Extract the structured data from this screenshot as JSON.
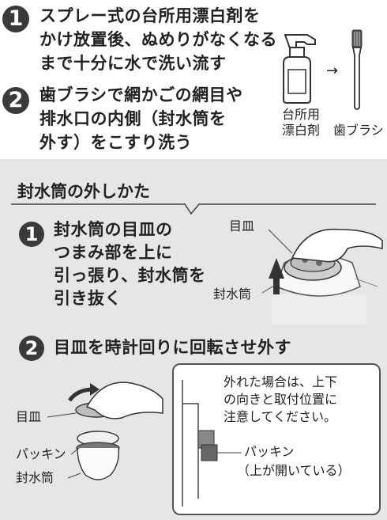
{
  "step1": {
    "num": "1",
    "lines": [
      "スプレー式の台所用漂白剤を",
      "かけ放置後、ぬめりがなくなる",
      "まで十分に水で洗い流す"
    ]
  },
  "step2": {
    "num": "2",
    "lines": [
      "歯ブラシで網かごの網目や",
      "排水口の内側（封水筒を",
      "外す）をこすり洗う"
    ]
  },
  "tools": {
    "spray_label_lines": [
      "台所用",
      "漂白剤"
    ],
    "arrow": "→",
    "brush_label": "歯ブラシ"
  },
  "section": {
    "title": "封水筒の外しかた",
    "sub1": {
      "num": "1",
      "lines": [
        "封水筒の目皿の",
        "つまみ部を上に",
        "引っ張り、封水筒を",
        "引き抜く"
      ],
      "label_plate": "目皿",
      "label_cylinder": "封水筒"
    },
    "sub2": {
      "num": "2",
      "text": "目皿を時計回りに回転させ外す",
      "label_plate": "目皿",
      "label_packing": "パッキン",
      "label_cylinder": "封水筒",
      "note_lines": [
        "外れた場合は、上下",
        "の向きと取付位置に",
        "注意してください。"
      ],
      "packing_label": "パッキン",
      "packing_note": "（上が開いている）"
    }
  }
}
